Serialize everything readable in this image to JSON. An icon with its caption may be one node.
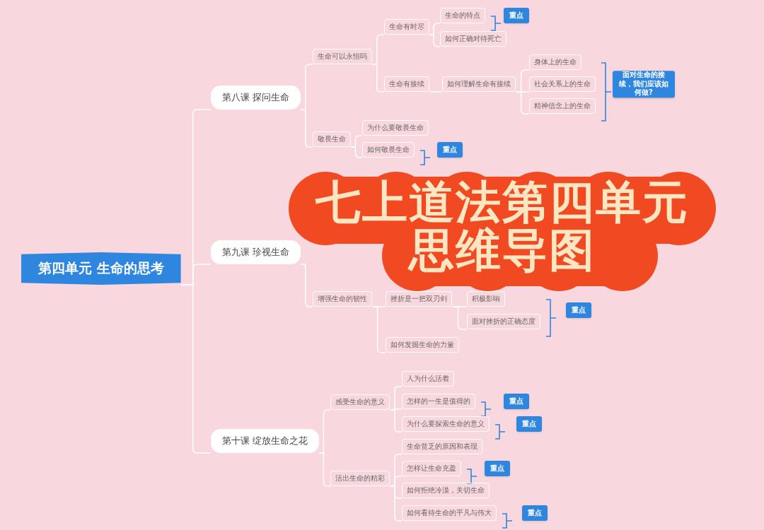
{
  "diagram": {
    "title": "七上道法第四单元思维导图",
    "nodes": [
      {
        "text": [
          "第四单元 生命的思考"
        ]
      },
      {
        "text": [
          "第八课 探问生命"
        ]
      },
      {
        "text": [
          "生命可以永恒吗"
        ]
      },
      {
        "text": [
          "生命有时尽"
        ]
      },
      {
        "text": [
          "生命的特点"
        ]
      },
      {
        "text": [
          "重点"
        ]
      },
      {
        "text": [
          "如何正确对待死亡"
        ]
      },
      {
        "text": [
          "生命有接续"
        ]
      },
      {
        "text": [
          "如何理解生命有接续"
        ]
      },
      {
        "text": [
          "身体上的生命"
        ]
      },
      {
        "text": [
          "社会关系上的生命"
        ]
      },
      {
        "text": [
          "精神信念上的生命"
        ]
      },
      {
        "text": [
          "面对生命的接续，我们应该如何做?"
        ]
      },
      {
        "text": [
          "敬畏生命"
        ]
      },
      {
        "text": [
          "为什么要敬畏生命"
        ]
      },
      {
        "text": [
          "如何敬畏生命"
        ]
      },
      {
        "text": [
          "重点"
        ]
      },
      {
        "text": [
          "第九课 珍视生命"
        ]
      },
      {
        "text": [
          "增强生命的韧性"
        ]
      },
      {
        "text": [
          "挫折是一把双刃剑"
        ]
      },
      {
        "text": [
          "积极影响"
        ]
      },
      {
        "text": [
          "面对挫折的正确态度"
        ]
      },
      {
        "text": [
          "重点"
        ]
      },
      {
        "text": [
          "如何发掘生命的力量"
        ]
      },
      {
        "text": [
          "第十课 绽放生命之花"
        ]
      },
      {
        "text": [
          "感受生命的意义"
        ]
      },
      {
        "text": [
          "人为什么活着"
        ]
      },
      {
        "text": [
          "怎样的一生是值得的"
        ]
      },
      {
        "text": [
          "重点"
        ]
      },
      {
        "text": [
          "为什么要探索生命的意义"
        ]
      },
      {
        "text": [
          "重点"
        ]
      },
      {
        "text": [
          "活出生命的精彩"
        ]
      },
      {
        "text": [
          "生命贫乏的原因和表现"
        ]
      },
      {
        "text": [
          "怎样让生命充盈"
        ]
      },
      {
        "text": [
          "重点"
        ]
      },
      {
        "text": [
          "如何拒绝冷漠，关切生命"
        ]
      },
      {
        "text": [
          "如何看待生命的平凡与伟大"
        ]
      },
      {
        "text": [
          "重点"
        ]
      }
    ],
    "edges": [
      {
        "from": 0,
        "to": 1,
        "arrow": "none"
      },
      {
        "from": 0,
        "to": 17,
        "arrow": "none"
      },
      {
        "from": 0,
        "to": 24,
        "arrow": "none"
      },
      {
        "from": 1,
        "to": 2,
        "arrow": "none"
      },
      {
        "from": 1,
        "to": 13,
        "arrow": "none"
      },
      {
        "from": 2,
        "to": 3,
        "arrow": "none"
      },
      {
        "from": 2,
        "to": 7,
        "arrow": "none"
      },
      {
        "from": 3,
        "to": 4,
        "arrow": "none"
      },
      {
        "from": 3,
        "to": 6,
        "arrow": "none"
      },
      {
        "from": 7,
        "to": 8,
        "arrow": "none"
      },
      {
        "from": 8,
        "to": 9,
        "arrow": "none"
      },
      {
        "from": 8,
        "to": 10,
        "arrow": "none"
      },
      {
        "from": 8,
        "to": 11,
        "arrow": "none"
      },
      {
        "from": 13,
        "to": 14,
        "arrow": "none"
      },
      {
        "from": 13,
        "to": 15,
        "arrow": "none"
      },
      {
        "from": 17,
        "to": 18,
        "arrow": "none"
      },
      {
        "from": 18,
        "to": 19,
        "arrow": "none"
      },
      {
        "from": 18,
        "to": 23,
        "arrow": "none"
      },
      {
        "from": 19,
        "to": 20,
        "arrow": "none"
      },
      {
        "from": 19,
        "to": 21,
        "arrow": "none"
      },
      {
        "from": 24,
        "to": 25,
        "arrow": "none"
      },
      {
        "from": 24,
        "to": 31,
        "arrow": "none"
      },
      {
        "from": 25,
        "to": 26,
        "arrow": "none"
      },
      {
        "from": 25,
        "to": 27,
        "arrow": "none"
      },
      {
        "from": 25,
        "to": 29,
        "arrow": "none"
      },
      {
        "from": 31,
        "to": 32,
        "arrow": "none"
      },
      {
        "from": 31,
        "to": 33,
        "arrow": "none"
      },
      {
        "from": 31,
        "to": 35,
        "arrow": "none"
      },
      {
        "from": 31,
        "to": 36,
        "arrow": "none"
      }
    ]
  }
}
